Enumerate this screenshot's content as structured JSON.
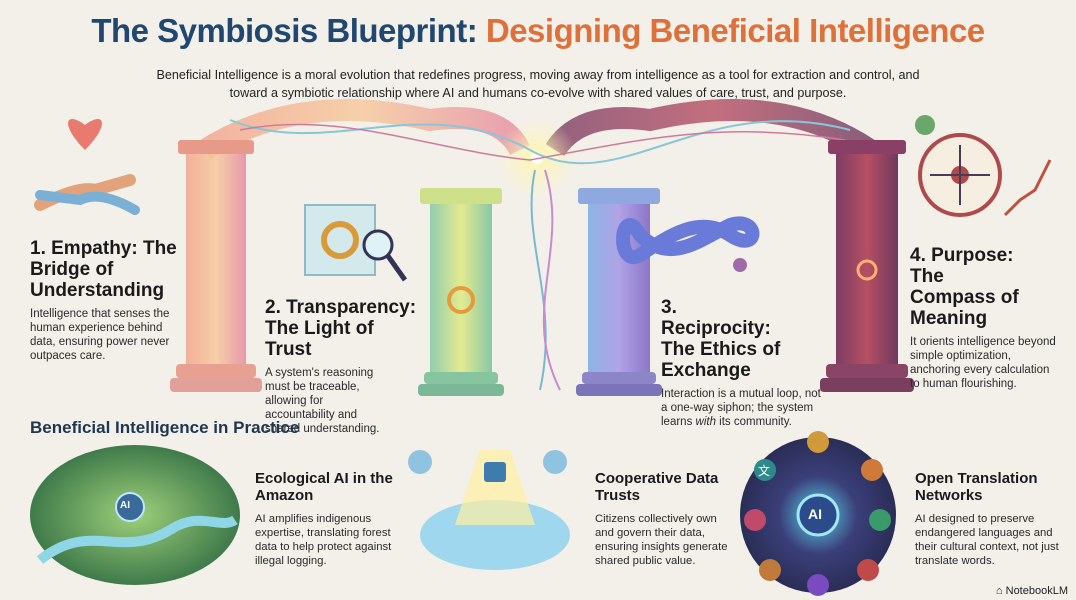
{
  "header": {
    "title_part1": "The Symbiosis Blueprint:",
    "title_part2": "Designing Beneficial Intelligence",
    "subtitle": "Beneficial Intelligence is a moral evolution that redefines progress, moving away from intelligence as a tool for extraction and control, and toward a symbiotic relationship where AI and humans co-evolve with shared values of care, trust, and purpose."
  },
  "pillars": [
    {
      "heading": "1. Empathy: The Bridge of Understanding",
      "body": "Intelligence that senses the human experience behind data, ensuring power never outpaces care.",
      "icon": "handshake-heart-icon",
      "color": "#e8907a"
    },
    {
      "heading": "2. Transparency: The Light of Trust",
      "body": "A system's reasoning must be traceable, allowing for accountability and shared understanding.",
      "icon": "glass-cube-magnifier-icon",
      "color": "#a9cf7a"
    },
    {
      "heading": "3. Reciprocity: The Ethics of Exchange",
      "body_pre": "Interaction is a mutual loop, not a one-way siphon; the system learns ",
      "body_em": "with",
      "body_post": " its community.",
      "icon": "infinity-loop-icon",
      "color": "#7f8fd8"
    },
    {
      "heading": "4. Purpose: The Compass of Meaning",
      "body": "It orients intelligence beyond simple optimization, anchoring every calculation to human flourishing.",
      "icon": "compass-icon",
      "color": "#a0456a"
    }
  ],
  "practice": {
    "heading": "Beneficial Intelligence in Practice",
    "items": [
      {
        "title": "Ecological AI in the Amazon",
        "body": "AI amplifies indigenous expertise, translating forest data to help protect against illegal logging.",
        "badge": "AI"
      },
      {
        "title": "Cooperative Data Trusts",
        "body": "Citizens collectively own and govern their data, ensuring insights generate shared public value."
      },
      {
        "title": "Open Translation Networks",
        "body": "AI designed to preserve endangered languages and their cultural context, not just translate words.",
        "badge": "AI",
        "glyph": "文"
      }
    ]
  },
  "footer": {
    "brand": "NotebookLM"
  }
}
